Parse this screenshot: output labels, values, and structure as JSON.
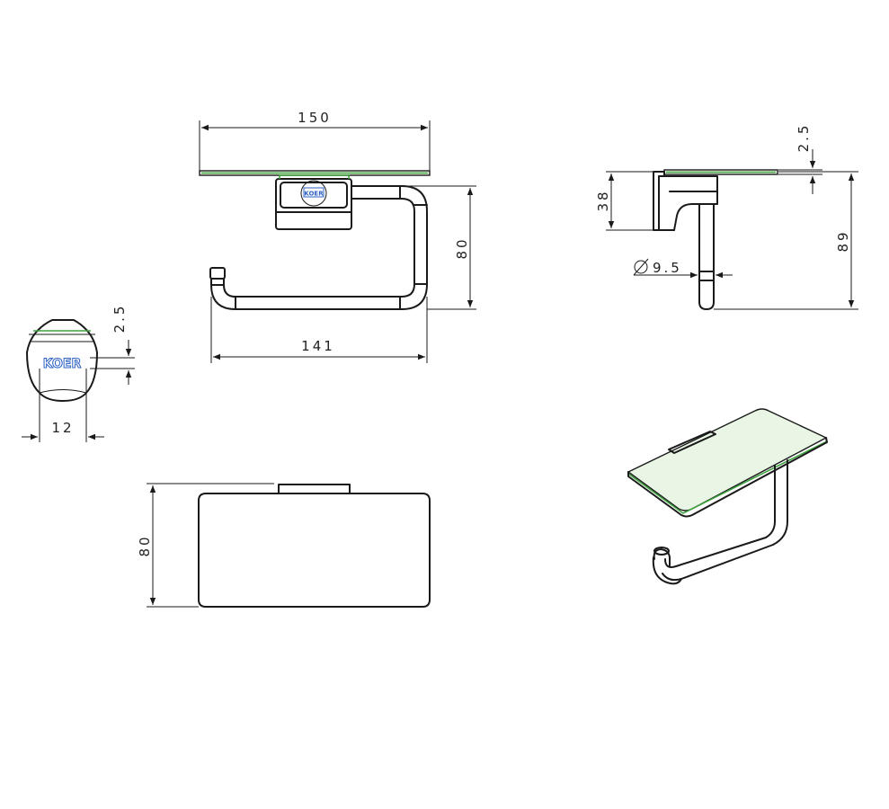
{
  "brand": {
    "logo_text": "KOER",
    "logo_color": "#2e62c4"
  },
  "colors": {
    "line": "#1a1a1a",
    "glass_edge": "#3fa23f"
  },
  "dimensions": {
    "front_width": "150",
    "front_height": "80",
    "arm_length": "141",
    "side_plate_thickness": "2.5",
    "side_bracket_height": "38",
    "side_total_height": "89",
    "rod_diameter": "9.5",
    "end_plate_thickness": "2.5",
    "end_width": "12",
    "top_depth": "80"
  }
}
